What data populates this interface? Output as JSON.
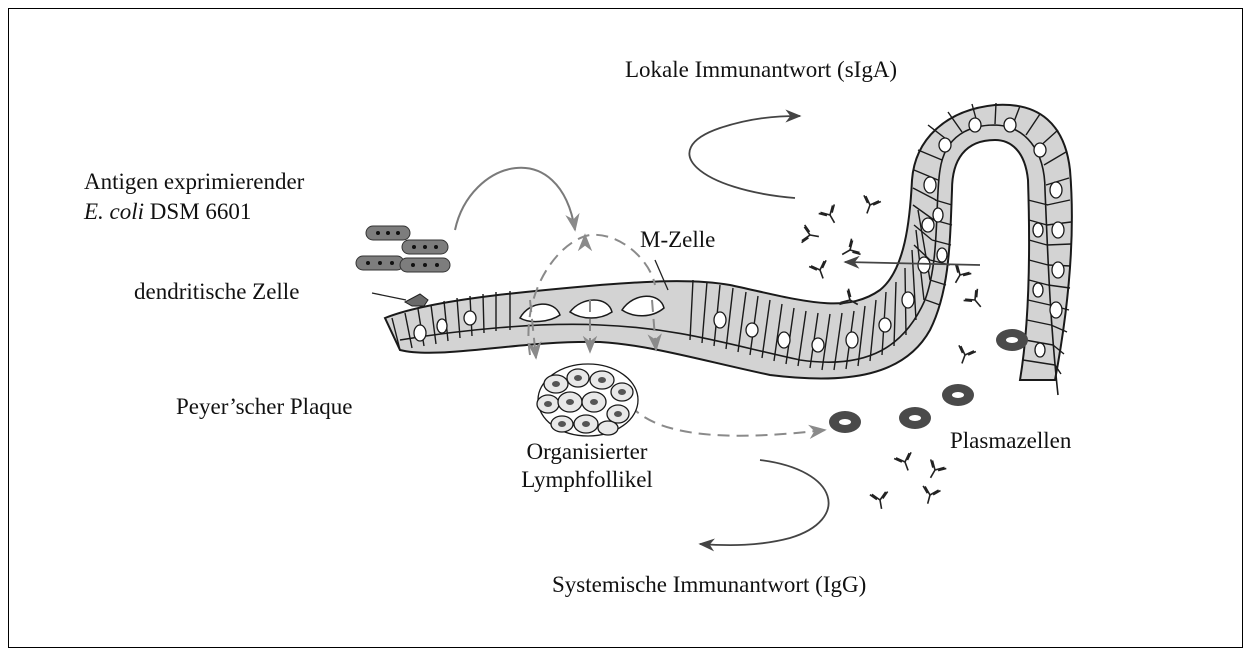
{
  "labels": {
    "local_response": "Lokale Immunantwort (sIgA)",
    "antigen_line1": "Antigen exprimierender",
    "antigen_species": "E. coli",
    "antigen_strain": "DSM 6601",
    "m_cell": "M-Zelle",
    "dendritic_cell": "dendritische Zelle",
    "peyers_patch": "Peyer’scher Plaque",
    "follicle_line1": "Organisierter",
    "follicle_line2": "Lymphfollikel",
    "plasma_cells": "Plasmazellen",
    "systemic_response": "Systemische Immunantwort (IgG)"
  },
  "colors": {
    "ink": "#1a1a1a",
    "tissue_fill": "#cfcfcf",
    "bacteria_fill": "#7d7d7d",
    "plasma_cell": "#4a4a4a",
    "dashed_arrow": "#8a8a8a",
    "solid_arrow_gray": "#7a7a7a"
  }
}
